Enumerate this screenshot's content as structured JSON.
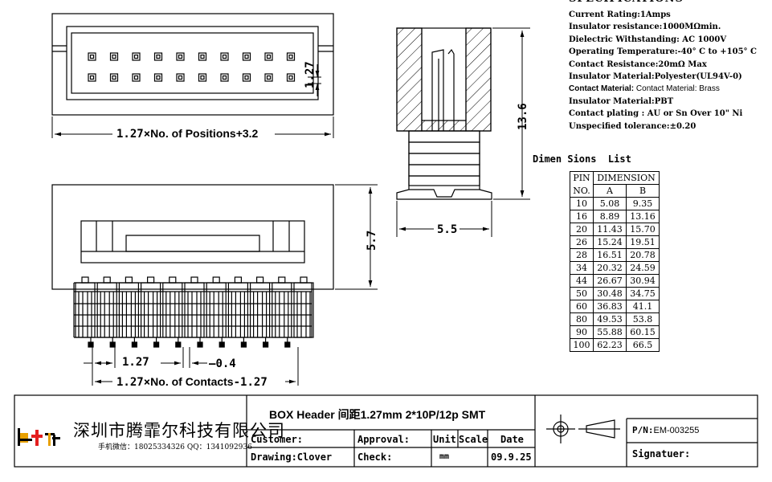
{
  "specifications": {
    "title": "SPECIFICATIONS",
    "lines": [
      "Current Rating:1Amps",
      "Insulator resistance:1000MΩmin.",
      "Dielectric Withstanding: AC 1000V",
      "Operating Temperature:-40° C to +105° C",
      "Contact Resistance:20mΩ Max",
      "Insulator Material:Polyester(UL94V-0)",
      "Contact Material: Brass",
      "Insulator Material:PBT",
      "Contact plating : AU or Sn Over 10\" Ni",
      "Unspecified tolerance:±0.20"
    ]
  },
  "dimensions_list": {
    "title": "Dimen Sions  List",
    "header_pin": "PIN",
    "header_no": "NO.",
    "header_dimension": "DIMENSION",
    "header_a": "A",
    "header_b": "B",
    "rows": [
      [
        "10",
        "5.08",
        "9.35"
      ],
      [
        "16",
        "8.89",
        "13.16"
      ],
      [
        "20",
        "11.43",
        "15.70"
      ],
      [
        "26",
        "15.24",
        "19.51"
      ],
      [
        "28",
        "16.51",
        "20.78"
      ],
      [
        "34",
        "20.32",
        "24.59"
      ],
      [
        "44",
        "26.67",
        "30.94"
      ],
      [
        "50",
        "30.48",
        "34.75"
      ],
      [
        "60",
        "36.83",
        "41.1"
      ],
      [
        "80",
        "49.53",
        "53.8"
      ],
      [
        "90",
        "55.88",
        "60.15"
      ],
      [
        "100",
        "62.23",
        "66.5"
      ]
    ]
  },
  "dimension_labels": {
    "top_width_prefix": "1.27×",
    "top_width_suffix": "No. of Positions+3.2",
    "pitch_vertical": "1.27",
    "height": "13.6",
    "depth": "5.5",
    "side_height": "5.7",
    "pitch": "1.27",
    "pin_width": "0.4",
    "bottom_width_prefix": "1.27×",
    "bottom_width_mid": "No. of Contacts",
    "bottom_width_suffix": "-1.27"
  },
  "title_block": {
    "company": "深圳市腾霏尔科技有限公司",
    "contact": "手机微信：18025334326   QQ：1341092936",
    "product_title": "BOX Header 间距1.27mm 2*10P/12p  SMT",
    "customer_label": "Customer:",
    "approval_label": "Approval:",
    "unit_label": "Unit",
    "scale_label": "Scale",
    "date_label": "Date",
    "drawing_label": "Drawing:Clover",
    "check_label": "Check:",
    "unit_value": "mm",
    "date_value": "09.9.25",
    "part_number_label": "P/N:",
    "part_number_value": "EM-003255",
    "signature_label": "Signatuer:"
  }
}
